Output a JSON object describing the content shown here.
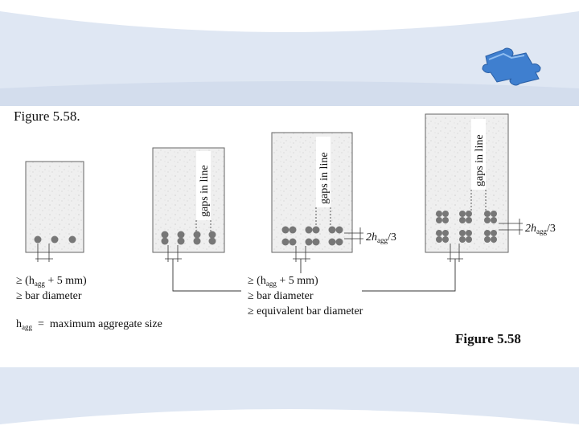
{
  "slide": {
    "colors": {
      "band": "#dfe7f3",
      "band_edge": "#c9d6ea",
      "puzzle": "#3f7fcf"
    },
    "icon": "puzzle-piece-icon"
  },
  "figure": {
    "caption_top": "Figure 5.58.",
    "caption_bottom": "Figure 5.58",
    "gaps_label": "gaps in line",
    "hagg_fraction_main": "2h",
    "hagg_fraction_sub": "agg",
    "hagg_fraction_tail": "/3",
    "rules_left": {
      "line1_pre": "≥ (h",
      "line1_sub": "agg",
      "line1_post": " + 5 mm)",
      "line2": "≥ bar diameter"
    },
    "rules_mid": {
      "line1_pre": "≥ (h",
      "line1_sub": "agg",
      "line1_post": " + 5 mm)",
      "line2": "≥ bar diameter",
      "line3": "≥ equivalent bar diameter"
    },
    "legend": {
      "pre": "h",
      "sub": "agg",
      "post": "  =  maximum aggregate size"
    }
  }
}
